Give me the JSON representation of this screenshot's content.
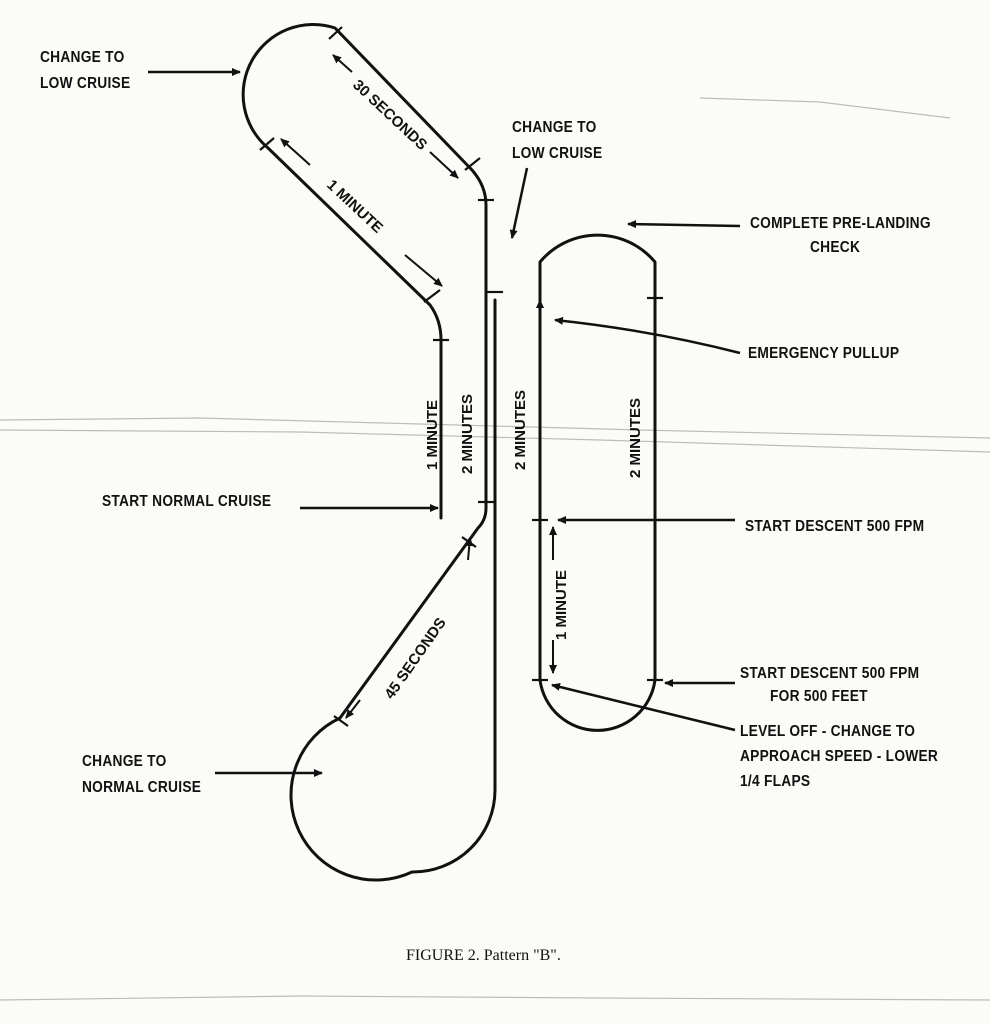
{
  "labels": {
    "change_low_cruise_1": [
      "CHANGE TO",
      "LOW CRUISE"
    ],
    "change_low_cruise_2": [
      "CHANGE TO",
      "LOW CRUISE"
    ],
    "complete_pre_landing": [
      "COMPLETE PRE-LANDING",
      "CHECK"
    ],
    "emergency_pullup": "EMERGENCY PULLUP",
    "start_normal_cruise": "START NORMAL CRUISE",
    "start_descent_1": "START DESCENT 500 FPM",
    "start_descent_2": [
      "START DESCENT 500 FPM",
      "FOR 500 FEET"
    ],
    "level_off": [
      "LEVEL OFF - CHANGE TO",
      "APPROACH SPEED - LOWER",
      "1/4 FLAPS"
    ],
    "change_normal_cruise": [
      "CHANGE TO",
      "NORMAL CRUISE"
    ]
  },
  "durations": {
    "thirty_seconds": "30 SECONDS",
    "one_minute_diag": "1 MINUTE",
    "one_minute_vert": "1 MINUTE",
    "two_minutes_a": "2 MINUTES",
    "two_minutes_b": "2 MINUTES",
    "two_minutes_c": "2 MINUTES",
    "forty_five_seconds": "45 SECONDS",
    "one_minute_right": "1 MINUTE"
  },
  "caption": "FIGURE 2.  Pattern \"B\"."
}
